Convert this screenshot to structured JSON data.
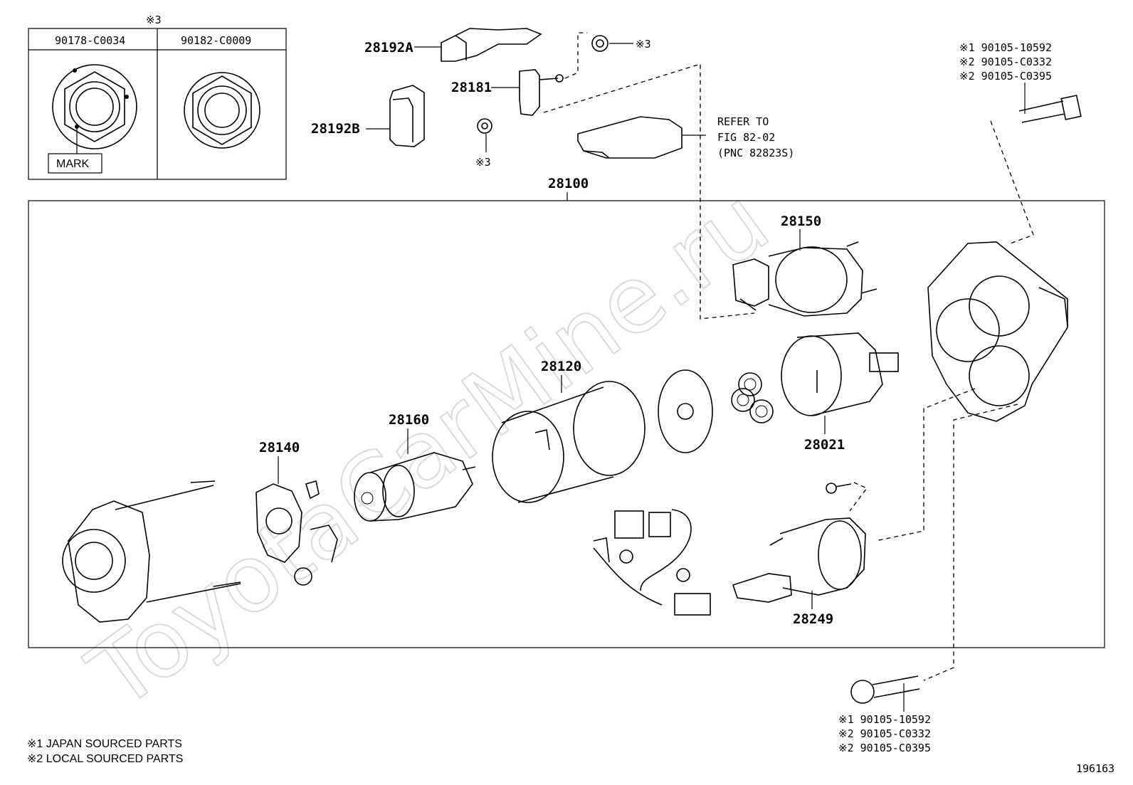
{
  "watermark": "ToyotaCarMine.ru",
  "nut_table": {
    "note": "※3",
    "left_part": "90178-C0034",
    "right_part": "90182-C0009",
    "mark_label": "MARK"
  },
  "labels": {
    "p28192A": "28192A",
    "p28192B": "28192B",
    "p28181": "28181",
    "nut_note_top": "※3",
    "nut_note_small": "※3",
    "p28100": "28100",
    "p28150": "28150",
    "p28120": "28120",
    "p28160": "28160",
    "p28140": "28140",
    "p28021": "28021",
    "p28249": "28249"
  },
  "refer": {
    "line1": "REFER TO",
    "line2": "FIG 82-02",
    "line3": "(PNC 82823S)"
  },
  "bolt_top": [
    "※1 90105-10592",
    "※2 90105-C0332",
    "※2 90105-C0395"
  ],
  "bolt_bottom": [
    "※1 90105-10592",
    "※2 90105-C0332",
    "※2 90105-C0395"
  ],
  "legend": [
    "※1  JAPAN SOURCED PARTS",
    "※2  LOCAL SOURCED PARTS"
  ],
  "figure_number": "196163"
}
